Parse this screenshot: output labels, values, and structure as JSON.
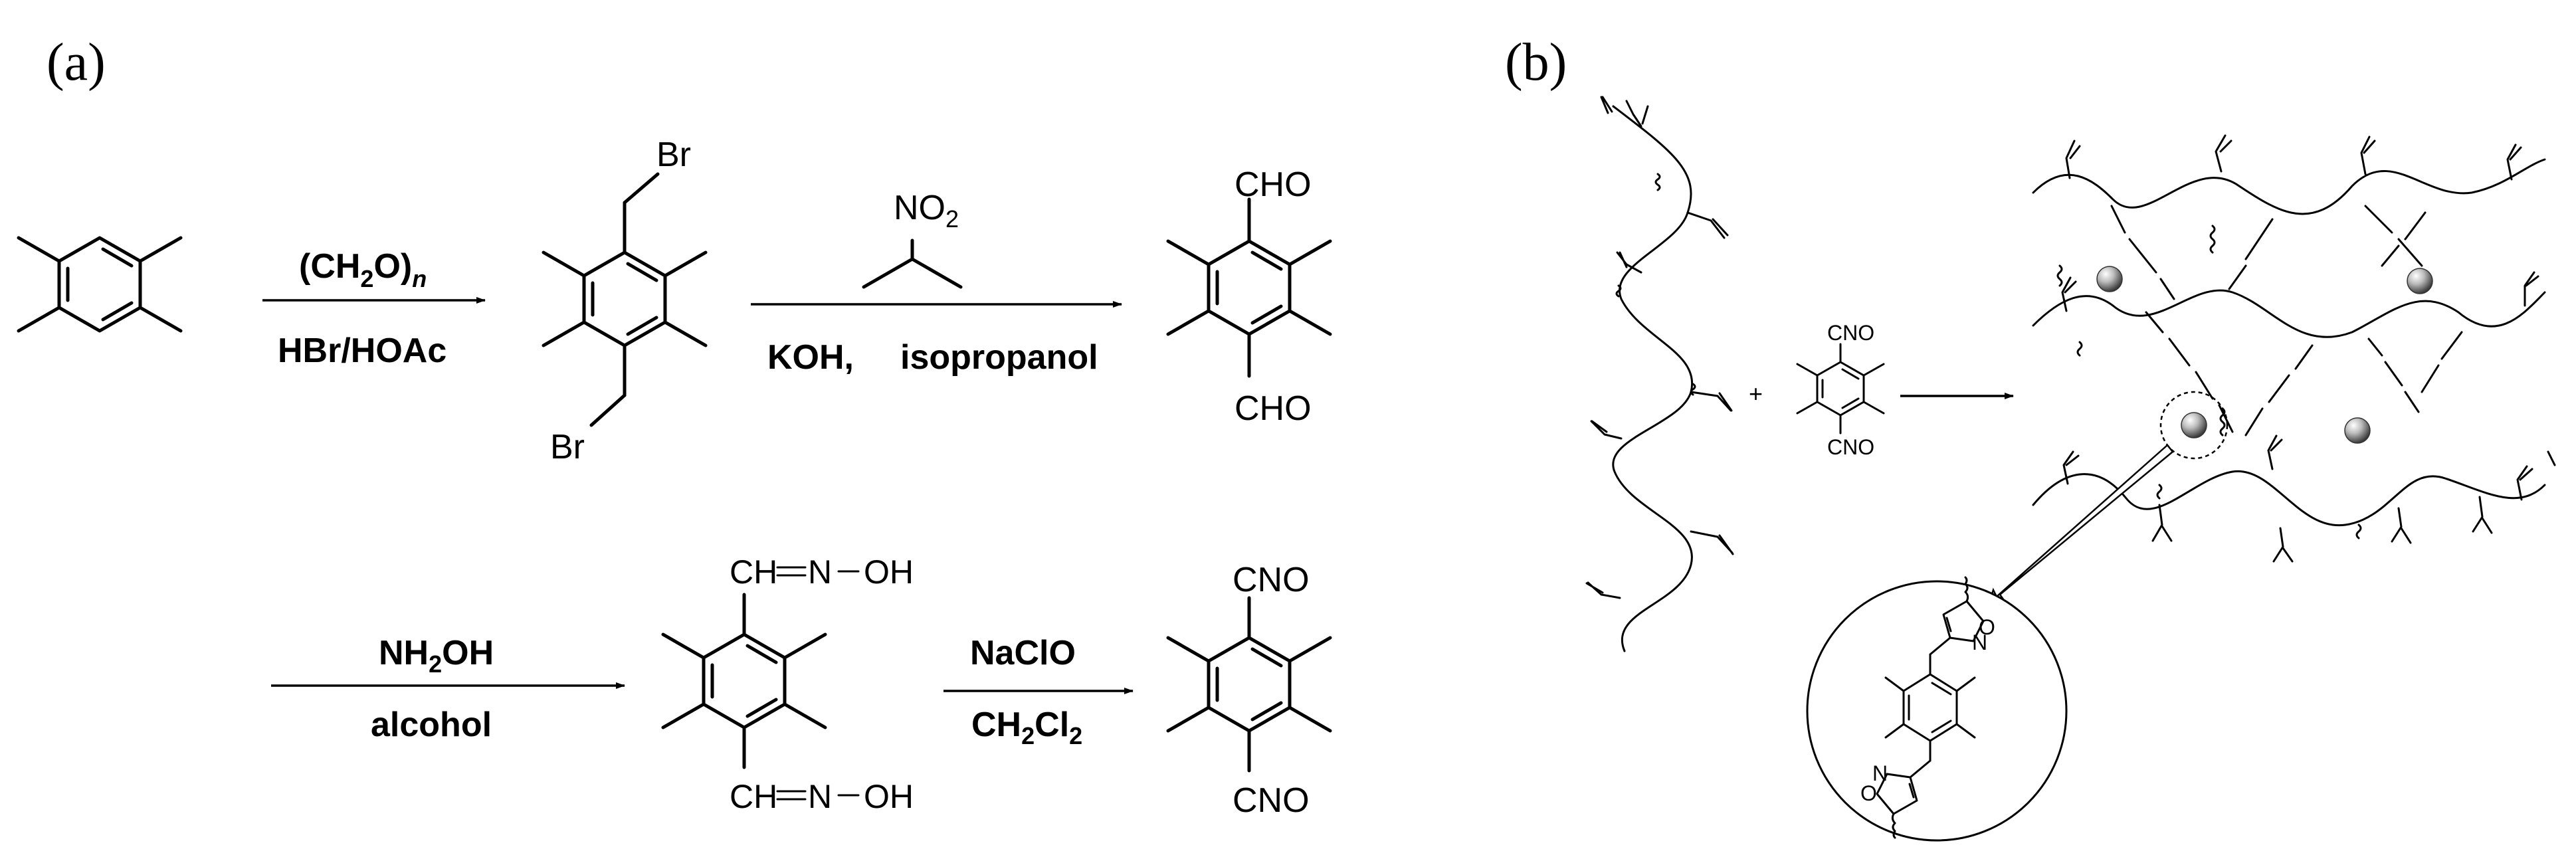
{
  "panel_a": {
    "label": "(a)",
    "step1": {
      "reagent_top_prefix": "(CH",
      "reagent_top_sub": "2",
      "reagent_top_mid": "O)",
      "reagent_top_italic": "n",
      "reagent_bottom": "HBr/HOAc"
    },
    "dibromide": {
      "br_top": "Br",
      "br_bottom": "Br"
    },
    "step2": {
      "reagent_top_no": "NO",
      "reagent_top_sub": "2",
      "reagent_koh": "KOH,",
      "reagent_solvent": "isopropanol"
    },
    "dialdehyde": {
      "top": "CHO",
      "bottom": "CHO"
    },
    "step3": {
      "reagent_top_a": "NH",
      "reagent_top_sub": "2",
      "reagent_top_b": "OH",
      "reagent_bottom": "alcohol"
    },
    "dioxime": {
      "top": "CH=N–OH",
      "top_ch": "CH",
      "top_n": "N",
      "top_oh": "OH",
      "bottom_ch": "CH",
      "bottom_n": "N",
      "bottom_oh": "OH"
    },
    "step4": {
      "reagent_top": "NaClO",
      "reagent_bottom_a": "CH",
      "reagent_bottom_sub1": "2",
      "reagent_bottom_b": "Cl",
      "reagent_bottom_sub2": "2"
    },
    "product": {
      "top": "CNO",
      "bottom": "CNO"
    }
  },
  "panel_b": {
    "label": "(b)",
    "plus": "+",
    "crosslinker": {
      "top": "CNO",
      "bottom": "CNO"
    },
    "inset": {
      "ring_o_top": "O",
      "ring_n_top": "N",
      "ring_n_bottom": "N",
      "ring_o_bottom": "O"
    }
  }
}
